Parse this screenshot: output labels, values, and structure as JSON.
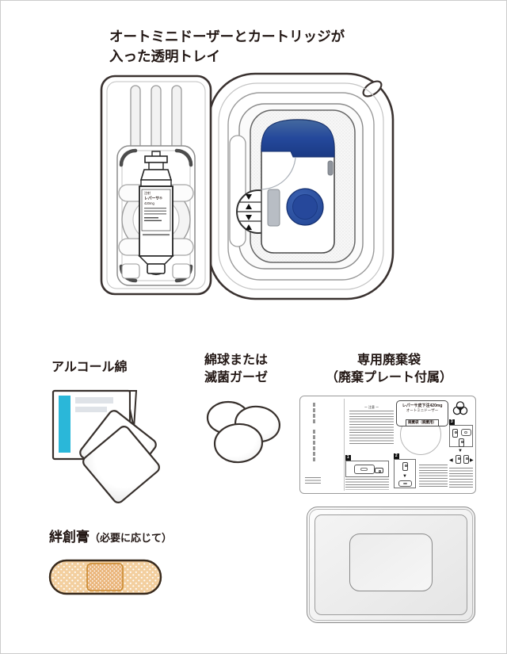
{
  "page": {
    "background": "#ffffff",
    "border": "#c9c9c9"
  },
  "colors": {
    "ink": "#231815",
    "outline": "#3a3230",
    "device_blue": "#24489b",
    "device_blue_dark": "#1d3f8f",
    "cyan_stripe": "#2ab7d9",
    "bandage_tan": "#f3cf9f",
    "bandage_pad": "#eab57b"
  },
  "tray": {
    "title_line1": "オートミニドーザーとカートリッジが",
    "title_line2": "入った透明トレイ",
    "cartridge_label": {
      "line1": "注射",
      "line2": "レパーサ®",
      "line3": "420mg"
    }
  },
  "alcohol": {
    "label": "アルコール綿"
  },
  "cotton": {
    "label_line1": "綿球または",
    "label_line2": "滅菌ガーゼ"
  },
  "bag": {
    "label_line1": "専用廃棄袋",
    "label_line2": "（廃棄プレート付属）",
    "caution_heading": "ー 注意 ー",
    "title_line1": "レパーサ皮下注420mg",
    "title_line2": "オートミニドーザー",
    "title_line3": "廃棄袋（廃棄用）",
    "step1": "1",
    "step2": "2",
    "step3": "3"
  },
  "bandage": {
    "label_main": "絆創膏",
    "label_sub": "（必要に応じて）"
  }
}
